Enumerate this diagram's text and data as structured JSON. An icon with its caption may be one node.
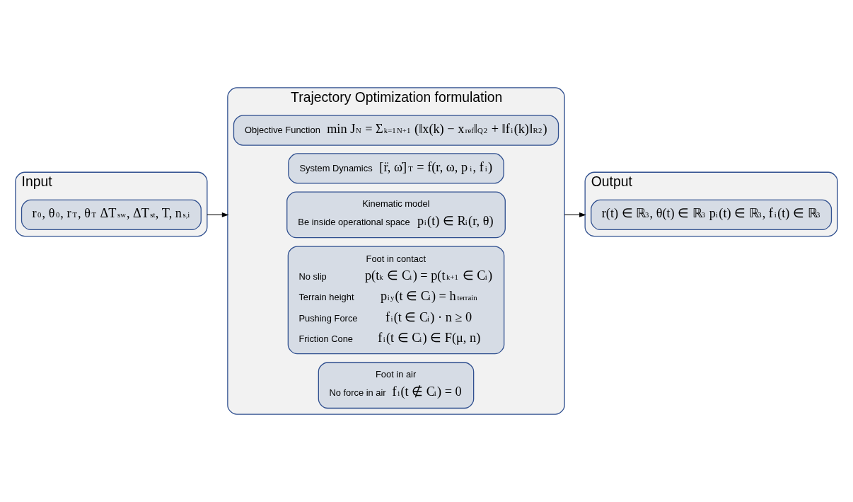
{
  "diagram": {
    "nodes": [
      {
        "text": [
          "Input"
        ]
      },
      {
        "text": [
          "r$_{0}$, θ$_{0}$, r$_{T}$, θ$_{T}$ ΔT$_{sw}$, ΔT$_{st}$, T, n$_{s,i}$"
        ],
        "in": 0
      },
      {
        "text": [
          "Trajectory Optimization formulation"
        ]
      },
      {
        "text": [
          "Objective Function",
          "min J$_{N}$ = Σ$_{k=1}$$^{N+1}$ (‖x(k) − x$^{ref}$‖$_{Q}$$^{2}$ + ‖f$_{i}$(k)‖$_{R}$$^{2}$)"
        ],
        "in": 2
      },
      {
        "text": [
          "System Dynamics",
          "[r̈, ω̇]$^{T}$ = f(r, ω, p$_{i}$, f$_{i}$)"
        ],
        "in": 2
      },
      {
        "text": [
          "Kinematic model",
          "Be inside operational space",
          "p$_{i}$(t) ∈ R$_{i}$(r, θ)"
        ],
        "in": 2
      },
      {
        "text": [
          "Foot in contact",
          "No slip",
          "p(t$_{k}$ ∈ C$_{i}$) = p(t$_{k+1}$ ∈ C$_{i}$)",
          "Terrain height",
          "p$_{i}$$^{y}$(t ∈ C$_{i}$) = h$_{terrain}$",
          "Pushing Force",
          "f$_{i}$(t ∈ C$_{i}$) · n ≥ 0",
          "Friction Cone",
          "f$_{i}$(t ∈ C$_{i}$) ∈ F(μ, n)"
        ],
        "in": 2
      },
      {
        "text": [
          "Foot in air",
          "No force in air",
          "f$_{i}$(t ∉ C$_{i}$) = 0"
        ],
        "in": 2
      },
      {
        "text": [
          "Output"
        ]
      },
      {
        "text": [
          "r(t) ∈ ℝ$^{3}$, θ(t) ∈ ℝ$^{3}$ p$_{i}$(t) ∈ ℝ$^{3}$, f$_{i}$(t) ∈ ℝ$^{3}$"
        ],
        "in": 8
      }
    ],
    "edges": [
      {
        "from": 0,
        "to": 2,
        "arrow": "to"
      },
      {
        "from": 2,
        "to": 8,
        "arrow": "to"
      }
    ]
  }
}
